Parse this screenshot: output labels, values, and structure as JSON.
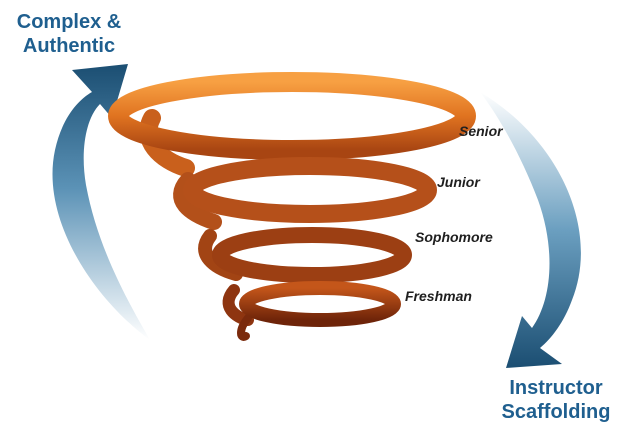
{
  "labels": {
    "top": "Complex & Authentic",
    "bottom": "Instructor Scaffolding"
  },
  "levels": [
    "Senior",
    "Junior",
    "Sophomore",
    "Freshman"
  ],
  "colors": {
    "label_text": "#1f5f8f",
    "arrow_dark": "#1b4e72",
    "arrow_light": "#ffffff",
    "spiral_top": "#f08a2c",
    "spiral_bottom": "#7a2a0c"
  }
}
